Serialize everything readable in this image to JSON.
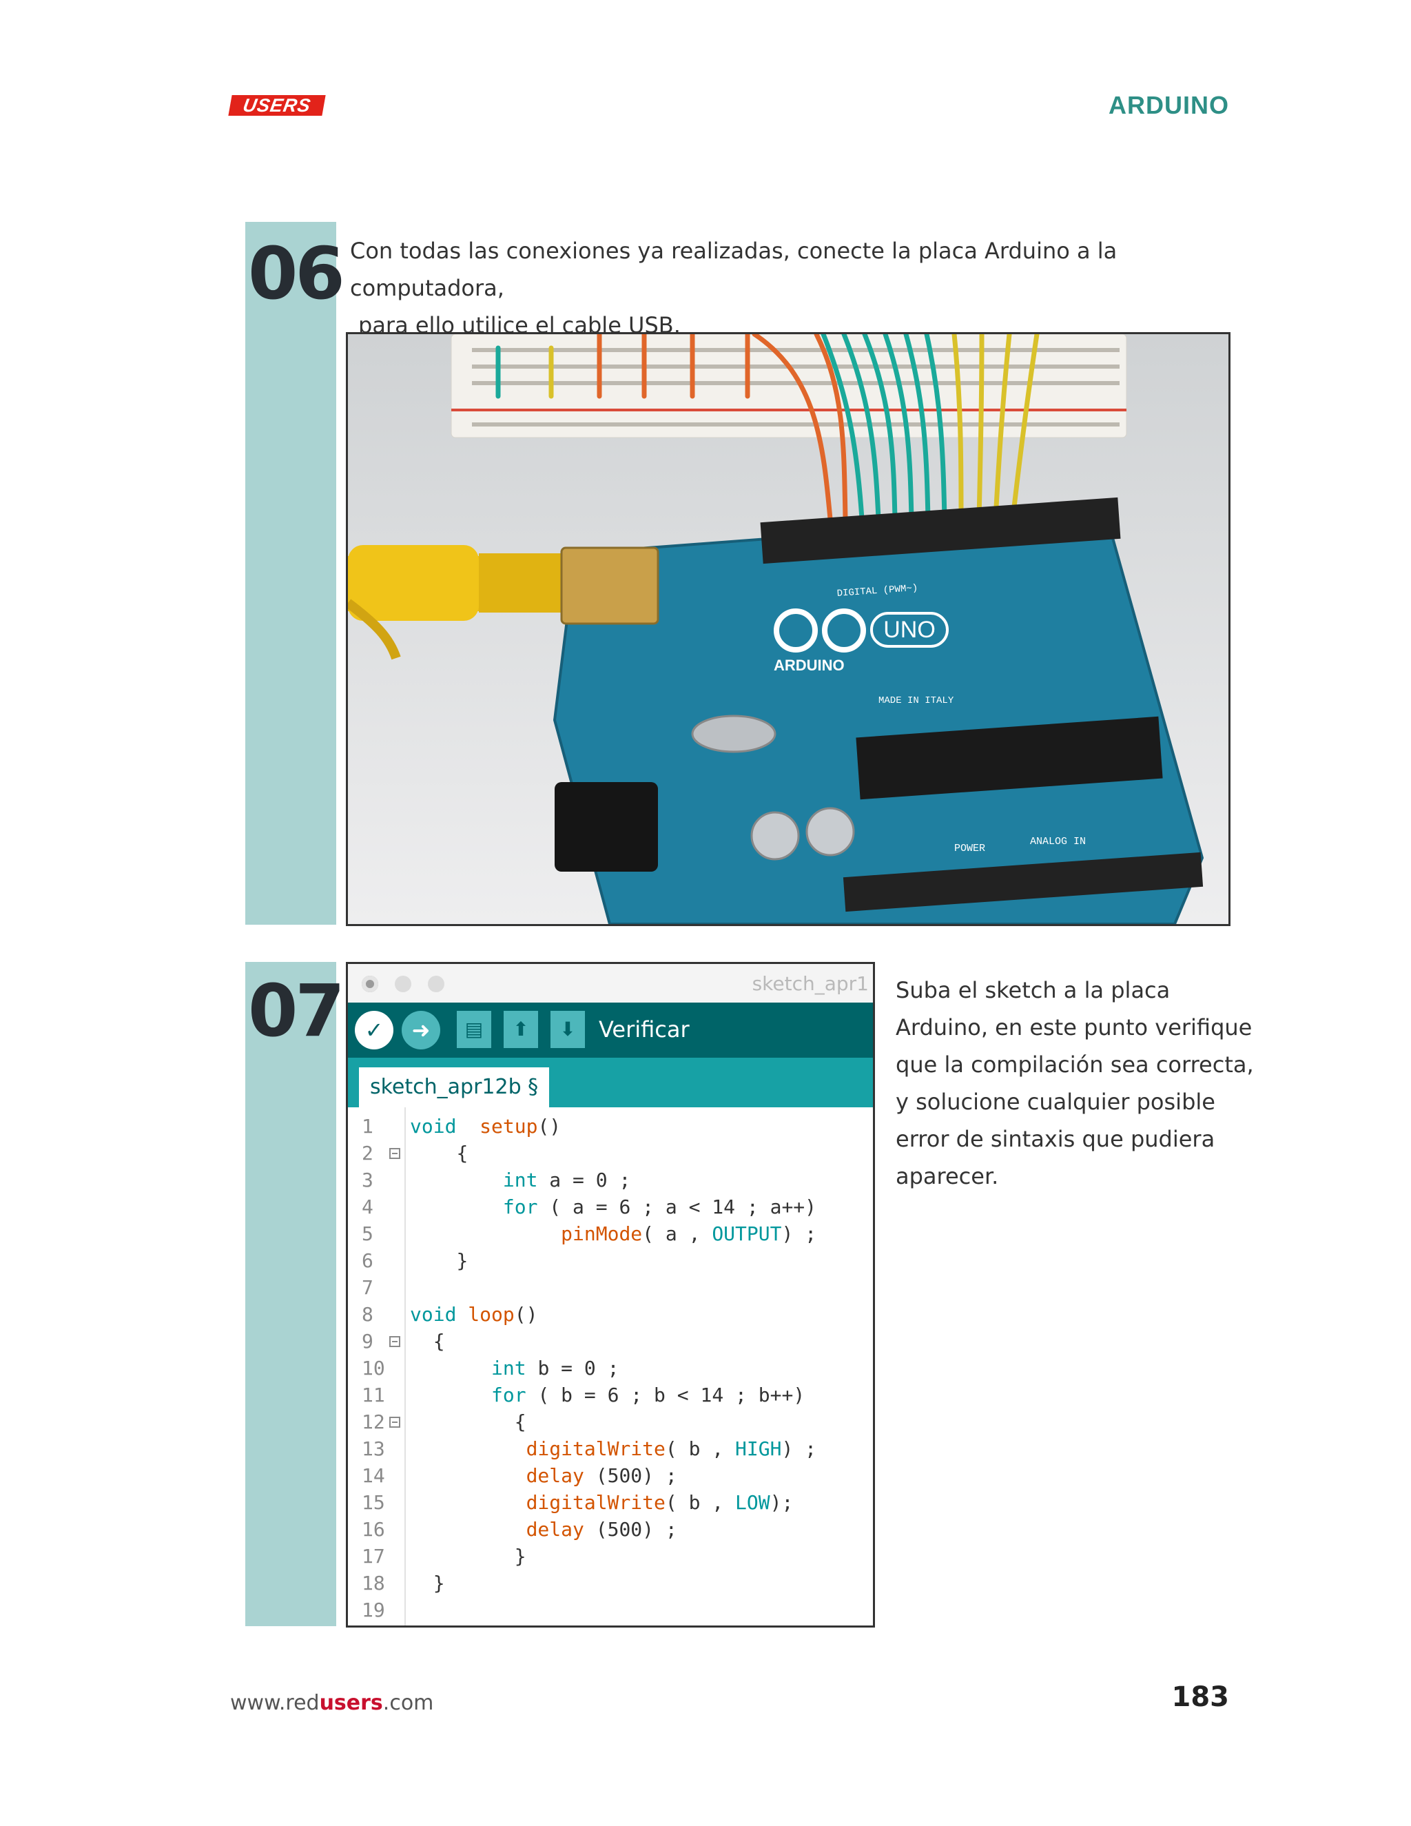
{
  "header": {
    "logo": "USERS",
    "section": "ARDUINO"
  },
  "steps": [
    {
      "number": "06",
      "text_line1": "Con todas las conexiones ya realizadas, conecte la placa Arduino a la computadora,",
      "text_line2": "para ello utilice el cable USB."
    },
    {
      "number": "07",
      "text": "Suba el sketch a la placa Arduino, en este punto verifique que la compilación sea correcta, y solucione cualquier posible error de sintaxis que pudiera aparecer."
    }
  ],
  "photo": {
    "board_label": "ARDUINO",
    "uno_label": "UNO",
    "digital_label": "DIGITAL (PWM~)",
    "made_label": "MADE IN ITALY",
    "power_label": "POWER",
    "analog_label": "ANALOG IN",
    "colors": {
      "board": "#1f7fa0",
      "usb": "#f0c419",
      "wire_teal": "#1aa99a",
      "wire_orange": "#e0662a",
      "wire_yellow": "#d9c12a"
    }
  },
  "ide": {
    "window_title": "sketch_apr1",
    "toolbar_label": "Verificar",
    "toolbar_icons": [
      "verify-icon",
      "upload-icon",
      "new-icon",
      "open-icon",
      "save-icon"
    ],
    "tab_label": "sketch_apr12b §",
    "colors": {
      "toolbar": "#006468",
      "tabbar": "#17a1a5",
      "button": "#4db7bb"
    },
    "lines": [
      {
        "n": "1",
        "fold": false,
        "indent": "",
        "parts": [
          [
            "kw",
            "void"
          ],
          [
            "",
            "  "
          ],
          [
            "fn",
            "setup"
          ],
          [
            "",
            "()"
          ]
        ]
      },
      {
        "n": "2",
        "fold": true,
        "indent": "    ",
        "parts": [
          [
            "",
            "{"
          ]
        ]
      },
      {
        "n": "3",
        "fold": false,
        "indent": "        ",
        "parts": [
          [
            "kw",
            "int"
          ],
          [
            "",
            " a = 0 ;"
          ]
        ]
      },
      {
        "n": "4",
        "fold": false,
        "indent": "        ",
        "parts": [
          [
            "kw",
            "for"
          ],
          [
            "",
            " ( a = 6 ; a < 14 ; a++)"
          ]
        ]
      },
      {
        "n": "5",
        "fold": false,
        "indent": "             ",
        "parts": [
          [
            "fn",
            "pinMode"
          ],
          [
            "",
            "( a , "
          ],
          [
            "cn",
            "OUTPUT"
          ],
          [
            "",
            ") ;"
          ]
        ]
      },
      {
        "n": "6",
        "fold": false,
        "indent": "    ",
        "parts": [
          [
            "",
            "}"
          ]
        ]
      },
      {
        "n": "7",
        "fold": false,
        "indent": "",
        "parts": []
      },
      {
        "n": "8",
        "fold": false,
        "indent": "",
        "parts": [
          [
            "kw",
            "void"
          ],
          [
            "",
            " "
          ],
          [
            "fn",
            "loop"
          ],
          [
            "",
            "()"
          ]
        ]
      },
      {
        "n": "9",
        "fold": true,
        "indent": "  ",
        "parts": [
          [
            "",
            "{"
          ]
        ]
      },
      {
        "n": "10",
        "fold": false,
        "indent": "       ",
        "parts": [
          [
            "kw",
            "int"
          ],
          [
            "",
            " b = 0 ;"
          ]
        ]
      },
      {
        "n": "11",
        "fold": false,
        "indent": "       ",
        "parts": [
          [
            "kw",
            "for"
          ],
          [
            "",
            " ( b = 6 ; b < 14 ; b++)"
          ]
        ]
      },
      {
        "n": "12",
        "fold": true,
        "indent": "         ",
        "parts": [
          [
            "",
            "{"
          ]
        ]
      },
      {
        "n": "13",
        "fold": false,
        "indent": "          ",
        "parts": [
          [
            "fn",
            "digitalWrite"
          ],
          [
            "",
            "( b , "
          ],
          [
            "cn",
            "HIGH"
          ],
          [
            "",
            ") ;"
          ]
        ]
      },
      {
        "n": "14",
        "fold": false,
        "indent": "          ",
        "parts": [
          [
            "fn",
            "delay"
          ],
          [
            "",
            " (500) ;"
          ]
        ]
      },
      {
        "n": "15",
        "fold": false,
        "indent": "          ",
        "parts": [
          [
            "fn",
            "digitalWrite"
          ],
          [
            "",
            "( b , "
          ],
          [
            "cn",
            "LOW"
          ],
          [
            "",
            ");"
          ]
        ]
      },
      {
        "n": "16",
        "fold": false,
        "indent": "          ",
        "parts": [
          [
            "fn",
            "delay"
          ],
          [
            "",
            " (500) ;"
          ]
        ]
      },
      {
        "n": "17",
        "fold": false,
        "indent": "         ",
        "parts": [
          [
            "",
            "}"
          ]
        ]
      },
      {
        "n": "18",
        "fold": false,
        "indent": "  ",
        "parts": [
          [
            "",
            "}"
          ]
        ]
      },
      {
        "n": "19",
        "fold": false,
        "indent": "",
        "parts": []
      }
    ]
  },
  "footer": {
    "url_prefix": "www.red",
    "url_brand": "users",
    "url_suffix": ".com",
    "page_number": "183"
  }
}
